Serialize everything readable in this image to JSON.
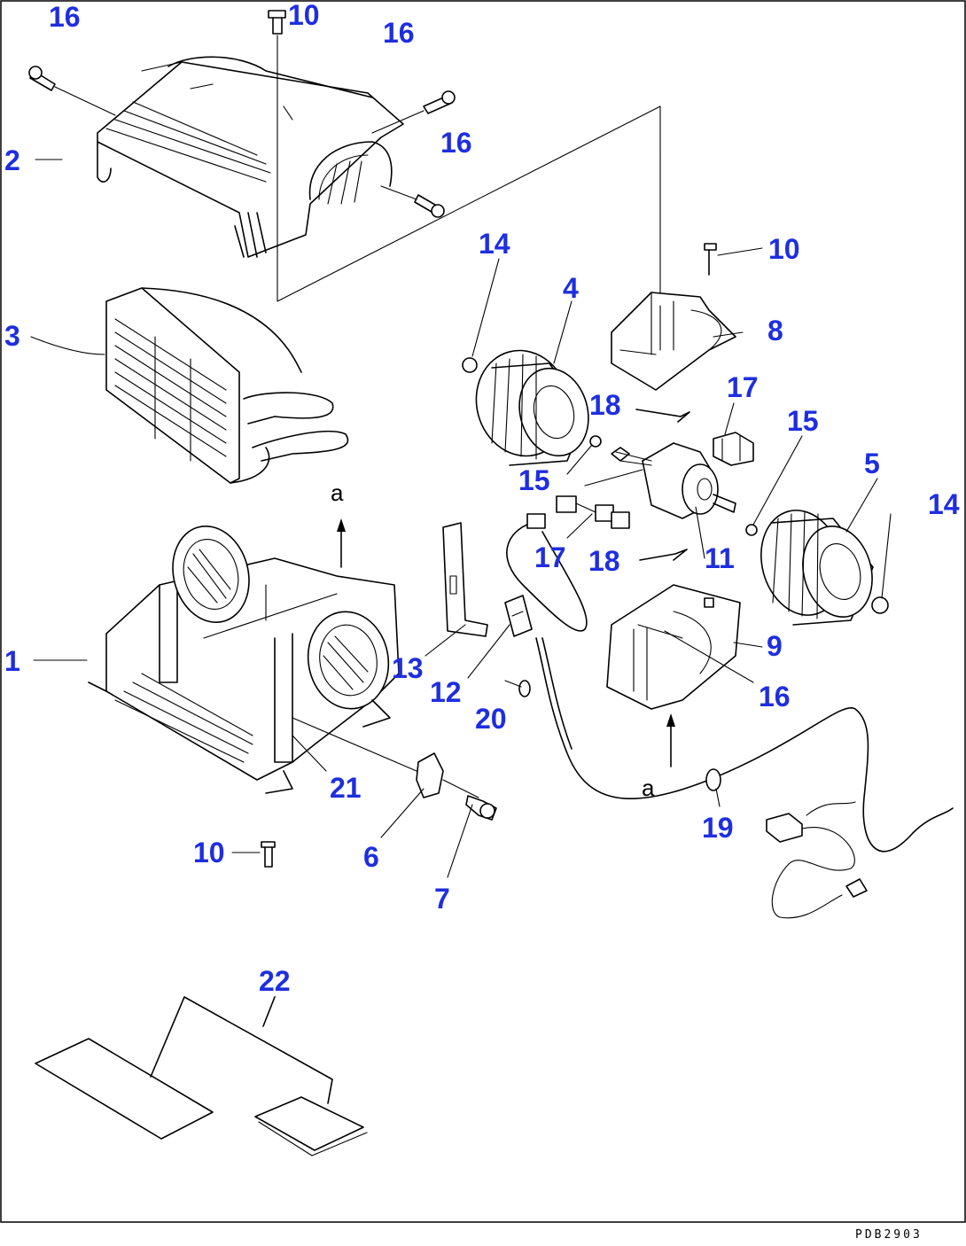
{
  "callouts": {
    "c1": "1",
    "c2": "2",
    "c3": "3",
    "c4": "4",
    "c5": "5",
    "c6": "6",
    "c7": "7",
    "c8": "8",
    "c9": "9",
    "c10a": "10",
    "c10b": "10",
    "c10c": "10",
    "c11": "11",
    "c12": "12",
    "c13": "13",
    "c14a": "14",
    "c14b": "14",
    "c15a": "15",
    "c15b": "15",
    "c16a": "16",
    "c16b": "16",
    "c16c": "16",
    "c16d": "16",
    "c17a": "17",
    "c17b": "17",
    "c18a": "18",
    "c18b": "18",
    "c19": "19",
    "c20": "20",
    "c21": "21",
    "c22": "22"
  },
  "annotations": {
    "a_top": "a",
    "a_bottom": "a"
  },
  "drawing_code": "PDB2903",
  "colors": {
    "callout": "#1e2ee0",
    "line": "#000000"
  }
}
